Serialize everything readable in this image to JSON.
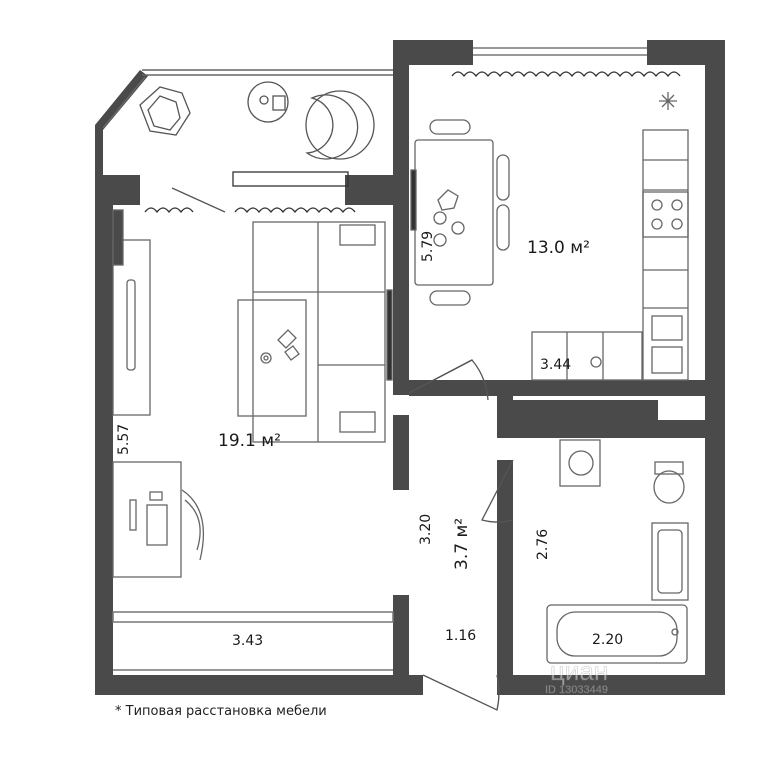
{
  "rooms": [
    {
      "id": "living",
      "area": "19.1 м²"
    },
    {
      "id": "kitchen",
      "area": "13.0 м²"
    },
    {
      "id": "hall",
      "area": "3.7 м²"
    }
  ],
  "dimensions": [
    "5.57",
    "3.43",
    "5.79",
    "3.44",
    "3.20",
    "1.16",
    "2.76",
    "2.20"
  ],
  "footnote": "* Типовая расстановка мебели",
  "watermark": {
    "brand": "циан",
    "id": "ID 13033449"
  },
  "colors": {
    "wall": "#4a4a4a",
    "furniture": "#555555",
    "floor": "#ffffff"
  }
}
